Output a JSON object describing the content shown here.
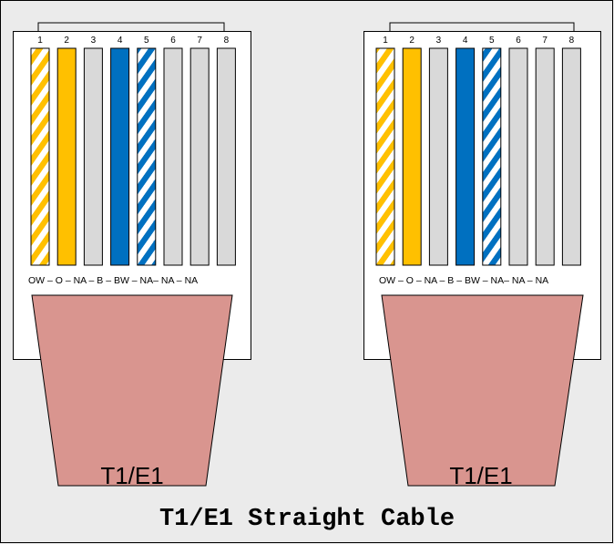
{
  "colors": {
    "background": "#ebebeb",
    "connector_body": "#ffffff",
    "cable_jacket": "#d9958f",
    "orange": "#ffc000",
    "blue": "#0070c0",
    "na_gray": "#d9d9d9",
    "stripe_white": "#ffffff",
    "outline": "#000000"
  },
  "connectors": [
    {
      "pin_numbers": [
        "1",
        "2",
        "3",
        "4",
        "5",
        "6",
        "7",
        "8"
      ],
      "wire_labels": "OW – O – NA – B – BW – NA– NA – NA",
      "wires": [
        {
          "pin": 1,
          "color": "orange",
          "striped": true
        },
        {
          "pin": 2,
          "color": "orange",
          "striped": false
        },
        {
          "pin": 3,
          "color": "na_gray",
          "striped": false
        },
        {
          "pin": 4,
          "color": "blue",
          "striped": false
        },
        {
          "pin": 5,
          "color": "blue",
          "striped": true
        },
        {
          "pin": 6,
          "color": "na_gray",
          "striped": false
        },
        {
          "pin": 7,
          "color": "na_gray",
          "striped": false
        },
        {
          "pin": 8,
          "color": "na_gray",
          "striped": false
        }
      ],
      "cable_label": "T1/E1"
    },
    {
      "pin_numbers": [
        "1",
        "2",
        "3",
        "4",
        "5",
        "6",
        "7",
        "8"
      ],
      "wire_labels": "OW – O – NA – B – BW – NA– NA – NA",
      "wires": [
        {
          "pin": 1,
          "color": "orange",
          "striped": true
        },
        {
          "pin": 2,
          "color": "orange",
          "striped": false
        },
        {
          "pin": 3,
          "color": "na_gray",
          "striped": false
        },
        {
          "pin": 4,
          "color": "blue",
          "striped": false
        },
        {
          "pin": 5,
          "color": "blue",
          "striped": true
        },
        {
          "pin": 6,
          "color": "na_gray",
          "striped": false
        },
        {
          "pin": 7,
          "color": "na_gray",
          "striped": false
        },
        {
          "pin": 8,
          "color": "na_gray",
          "striped": false
        }
      ],
      "cable_label": "T1/E1"
    }
  ],
  "title": "T1/E1 Straight Cable"
}
